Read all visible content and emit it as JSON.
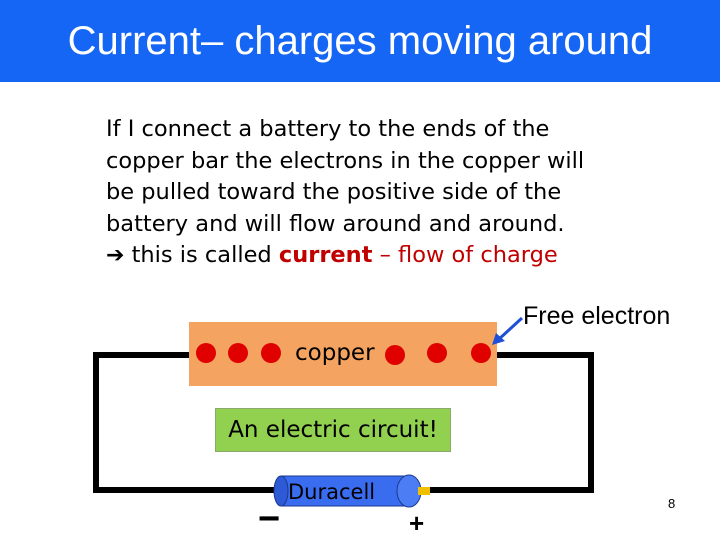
{
  "slide": {
    "title": "Current– charges moving around",
    "body_lines": [
      "If I connect a battery to the ends of the",
      "copper bar the electrons in the copper will",
      "be pulled toward the positive side of the",
      "battery and will flow around and around."
    ],
    "arrow_glyph": "➔",
    "last_line_prefix": " this is called ",
    "current_word": "current",
    "last_line_suffix": " – flow of charge",
    "free_electron_label": "Free electron",
    "copper_label": "copper",
    "circuit_label": "An electric circuit!",
    "battery_label": "Duracell",
    "minus_sign": "−",
    "plus_sign": "+",
    "page_number": "8"
  },
  "colors": {
    "title_bar": "#1566f5",
    "copper_bar": "#f4a460",
    "electron": "#e00000",
    "circuit_box": "#92d050",
    "battery_body": "#3a6cf0",
    "battery_terminal": "#f0c000",
    "pointer_arrow": "#1f4fd6",
    "current_text": "#c00000"
  }
}
